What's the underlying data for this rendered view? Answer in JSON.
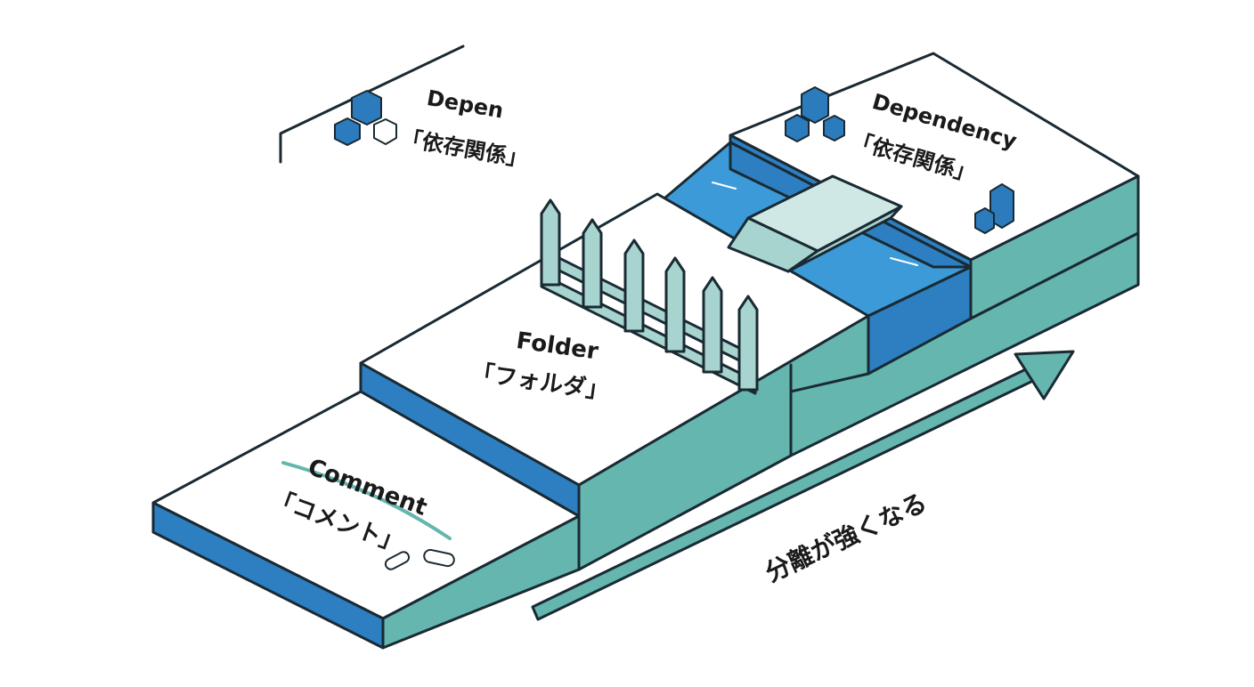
{
  "colors": {
    "outline": "#1a2a33",
    "top_face": "#ffffff",
    "front_blue": "#2d7fc1",
    "side_teal": "#64b6ae",
    "water": "#3c9ad8",
    "fence": "#a8d4cf",
    "bridge": "#cfe8e6",
    "cube": "#2b7bbd",
    "arrow": "#64b6ae"
  },
  "labels": {
    "comment_en": "Comment",
    "comment_jp": "「コメント」",
    "folder_en": "Folder",
    "folder_jp": "「フォルダ」",
    "depen_en": "Depen",
    "depen_jp": "「依存関係」",
    "dependency_en": "Dependency",
    "dependency_jp": "「依存関係」",
    "arrow_label": "分離が強くなる"
  }
}
